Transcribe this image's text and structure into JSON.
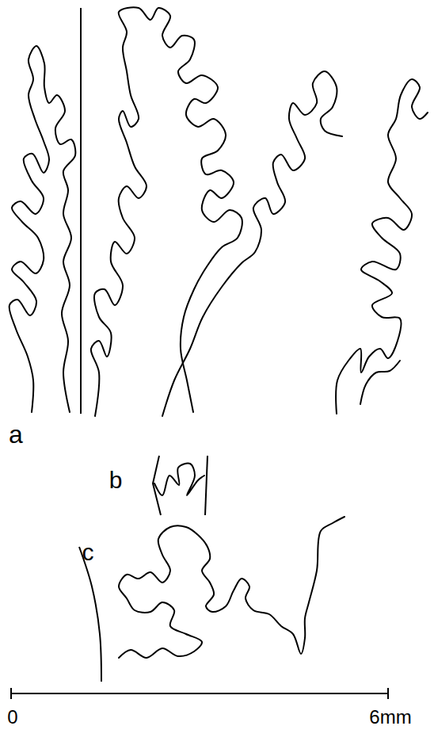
{
  "diagram": {
    "labels": [
      "a",
      "b",
      "c",
      "0",
      "6mm"
    ]
  }
}
